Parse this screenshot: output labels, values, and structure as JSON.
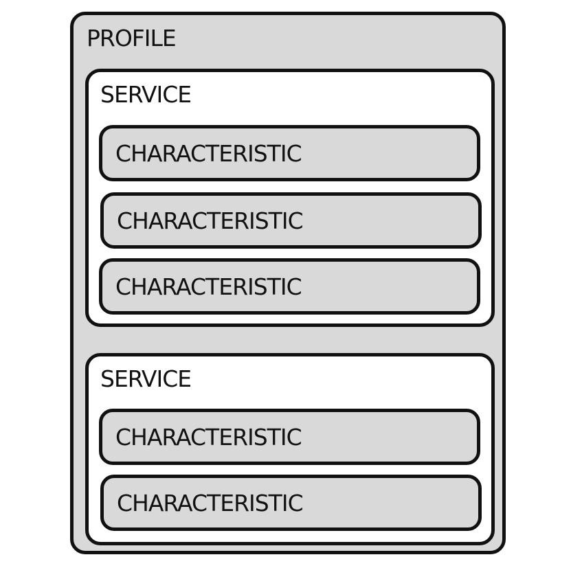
{
  "profile": {
    "label": "PROFILE",
    "services": [
      {
        "label": "SERVICE",
        "characteristics": [
          "CHARACTERISTIC",
          "CHARACTERISTIC",
          "CHARACTERISTIC"
        ]
      },
      {
        "label": "SERVICE",
        "characteristics": [
          "CHARACTERISTIC",
          "CHARACTERISTIC"
        ]
      }
    ]
  },
  "colors": {
    "profile_fill": "#d9d9d9",
    "service_fill": "#ffffff",
    "characteristic_fill": "#d9d9d9",
    "stroke": "#111111"
  }
}
